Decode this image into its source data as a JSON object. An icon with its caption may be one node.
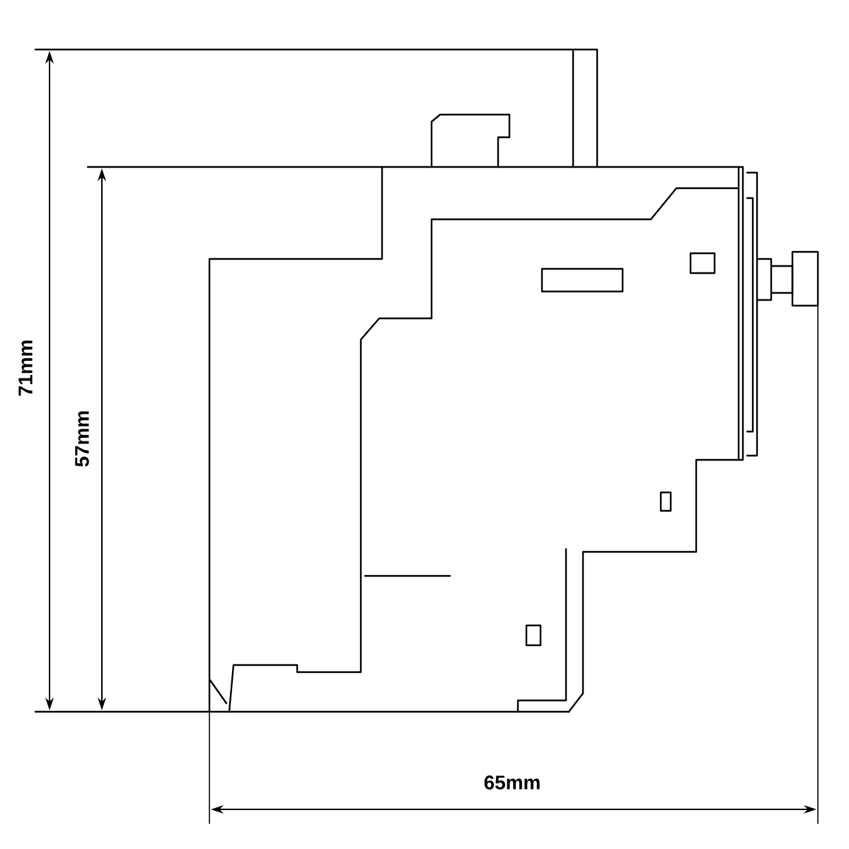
{
  "diagram": {
    "labels": [
      "71mm",
      "57mm",
      "65mm"
    ]
  }
}
